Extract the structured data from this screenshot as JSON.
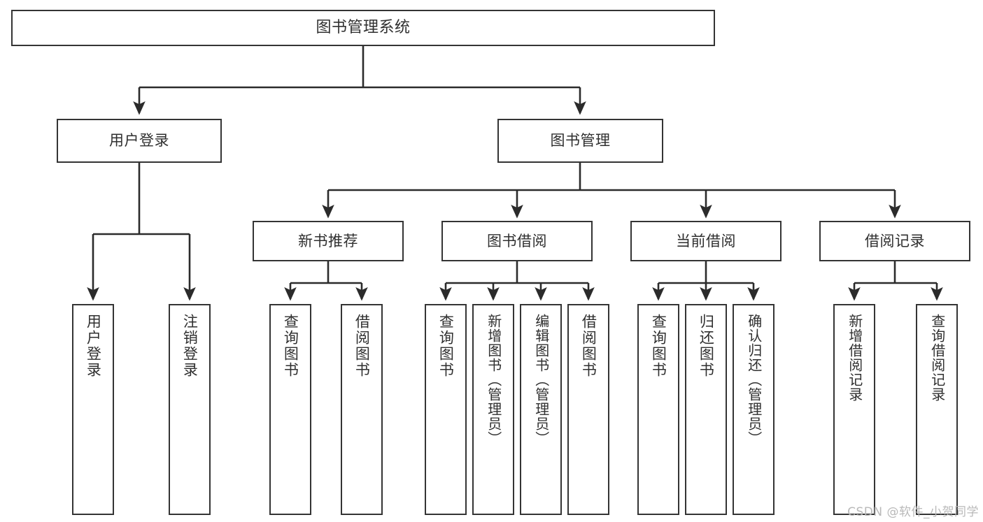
{
  "diagram": {
    "title": "图书管理系统",
    "type": "hierarchy-tree",
    "watermark": "CSDN @软件_小贺同学",
    "colors": {
      "background": "#ffffff",
      "node_border": "#343434",
      "node_fill": "#ffffff",
      "edge": "#2b2b2b",
      "text": "#2f2f2f",
      "watermark": "#b9b9b9"
    },
    "levels": {
      "root": "图书管理系统",
      "level2": [
        "用户登录",
        "图书管理"
      ],
      "level3": [
        "新书推荐",
        "图书借阅",
        "当前借阅",
        "借阅记录"
      ]
    },
    "nodes": {
      "root": {
        "label": "图书管理系统"
      },
      "user_login": {
        "label": "用户登录"
      },
      "book_manage": {
        "label": "图书管理"
      },
      "new_book_rec": {
        "label": "新书推荐"
      },
      "book_borrow": {
        "label": "图书借阅"
      },
      "current_borrow": {
        "label": "当前借阅"
      },
      "borrow_record": {
        "label": "借阅记录"
      },
      "leaf_user_login": {
        "label": "用户登录"
      },
      "leaf_logout": {
        "label": "注销登录"
      },
      "leaf_query_book_1": {
        "label": "查询图书"
      },
      "leaf_borrow_book_1": {
        "label": "借阅图书"
      },
      "leaf_query_book_2": {
        "label": "查询图书"
      },
      "leaf_add_book": {
        "label": "新增图书（管理员）"
      },
      "leaf_edit_book": {
        "label": "编辑图书（管理员）"
      },
      "leaf_borrow_book_2": {
        "label": "借阅图书"
      },
      "leaf_query_book_3": {
        "label": "查询图书"
      },
      "leaf_return_book": {
        "label": "归还图书"
      },
      "leaf_confirm_return": {
        "label": "确认归还（管理员）"
      },
      "leaf_add_record": {
        "label": "新增借阅记录"
      },
      "leaf_query_record": {
        "label": "查询借阅记录"
      }
    },
    "edges": [
      {
        "from": "root",
        "to": "用户登录"
      },
      {
        "from": "root",
        "to": "图书管理"
      },
      {
        "from": "用户登录",
        "to": "用户登录(叶)"
      },
      {
        "from": "用户登录",
        "to": "注销登录"
      },
      {
        "from": "图书管理",
        "to": "新书推荐"
      },
      {
        "from": "图书管理",
        "to": "图书借阅"
      },
      {
        "from": "图书管理",
        "to": "当前借阅"
      },
      {
        "from": "图书管理",
        "to": "借阅记录"
      },
      {
        "from": "新书推荐",
        "to": "查询图书"
      },
      {
        "from": "新书推荐",
        "to": "借阅图书"
      },
      {
        "from": "图书借阅",
        "to": "查询图书"
      },
      {
        "from": "图书借阅",
        "to": "新增图书（管理员）"
      },
      {
        "from": "图书借阅",
        "to": "编辑图书（管理员）"
      },
      {
        "from": "图书借阅",
        "to": "借阅图书"
      },
      {
        "from": "当前借阅",
        "to": "查询图书"
      },
      {
        "from": "当前借阅",
        "to": "归还图书"
      },
      {
        "from": "当前借阅",
        "to": "确认归还（管理员）"
      },
      {
        "from": "借阅记录",
        "to": "新增借阅记录"
      },
      {
        "from": "借阅记录",
        "to": "查询借阅记录"
      }
    ]
  }
}
